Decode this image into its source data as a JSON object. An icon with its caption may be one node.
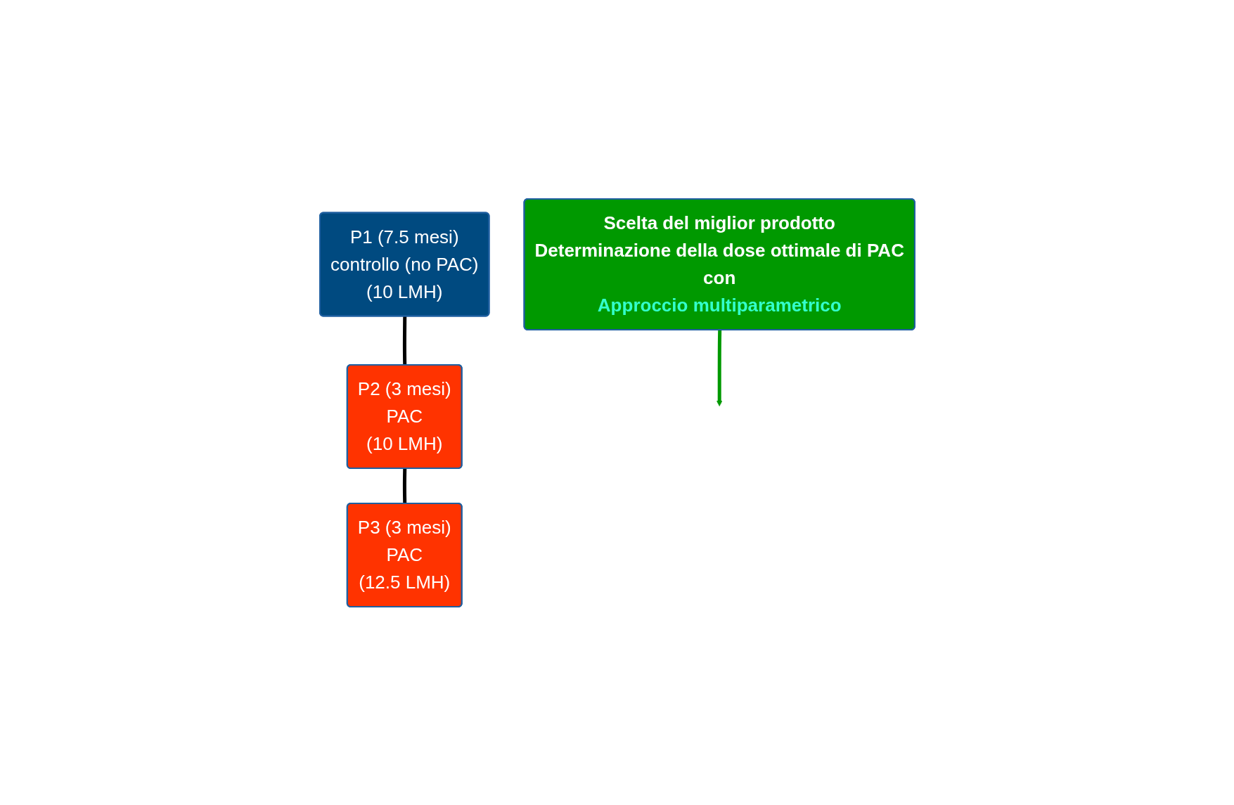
{
  "diagram": {
    "nodes": [
      {
        "text": [
          "P1 (7.5 mesi)",
          "controllo (no PAC)",
          "(10 LMH)"
        ]
      },
      {
        "text": [
          "P2 (3 mesi)",
          "PAC",
          "(10 LMH)"
        ]
      },
      {
        "text": [
          "P3 (3 mesi)",
          "PAC",
          "(12.5 LMH)"
        ]
      },
      {
        "text": [
          "Scelta del miglior prodotto",
          "Determinazione della dose ottimale di PAC",
          "con",
          "Approccio multiparametrico"
        ]
      }
    ],
    "edges": [
      {
        "from": 0,
        "to": 1,
        "arrow": "none"
      },
      {
        "from": 1,
        "to": 2,
        "arrow": "none"
      },
      {
        "from": 3,
        "to": null,
        "arrow": "to",
        "color": "#009900"
      }
    ]
  }
}
